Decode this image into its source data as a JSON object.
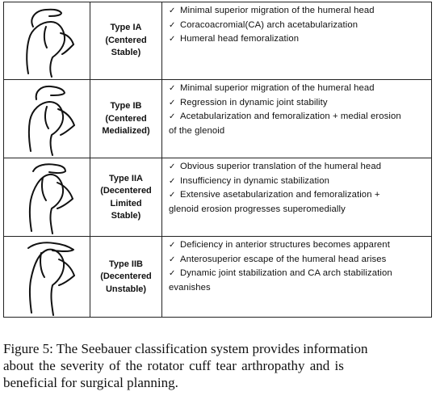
{
  "rows": [
    {
      "type_lines": [
        "Type IA",
        "(Centered",
        "Stable)"
      ],
      "bullets": [
        "Minimal superior migration of the humeral head",
        "Coracoacromial(CA) arch acetabularization",
        "Humeral head femoralization"
      ],
      "continuation": ""
    },
    {
      "type_lines": [
        "Type IB",
        "(Centered",
        "Medialized)"
      ],
      "bullets": [
        "Minimal superior migration of the humeral head",
        "Regression in dynamic joint stability",
        "Acetabularization and femoralization + medial erosion"
      ],
      "continuation": "of the glenoid"
    },
    {
      "type_lines": [
        "Type IIA",
        "(Decentered",
        "Limited",
        "Stable)"
      ],
      "bullets": [
        "Obvious superior translation of the humeral head",
        "Insufficiency in dynamic stabilization",
        "Extensive asetabularization and femoralization +"
      ],
      "continuation": "glenoid erosion progresses superomedially"
    },
    {
      "type_lines": [
        "Type IIB",
        "(Decentered",
        "Unstable)"
      ],
      "bullets": [
        "Deficiency in anterior structures becomes apparent",
        "Anterosuperior escape of the humeral head arises",
        "Dynamic joint stabilization and CA arch stabilization"
      ],
      "continuation": "evanishes"
    }
  ],
  "check_glyph": "✓",
  "caption": "Figure 5: The Seebauer classification system provides information about the severity of the rotator cuff tear arthropathy and is beneficial for surgical planning.",
  "caption_lines": [
    "Figure 5: The Seebauer classification system provides information",
    "about the severity of the rotator cuff tear arthropathy and is",
    "beneficial for surgical planning."
  ]
}
